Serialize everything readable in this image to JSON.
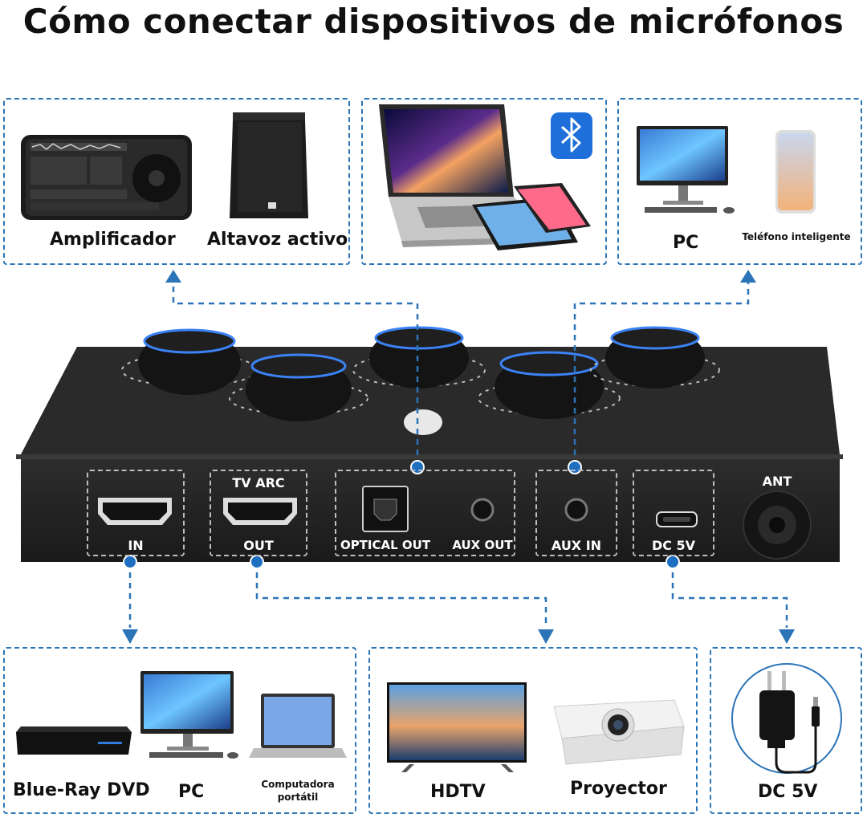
{
  "title": "Cómo conectar dispositivos de micrófonos",
  "top_panels": {
    "left": {
      "labels": [
        "Amplificador",
        "Altavoz activo"
      ]
    },
    "middle": {
      "labels": []
    },
    "right": {
      "labels": [
        "PC",
        "Teléfono inteligente"
      ]
    }
  },
  "bottom_panels": {
    "left": {
      "labels": [
        "Blue-Ray DVD",
        "PC",
        "Computadora",
        "portátil"
      ]
    },
    "middle": {
      "labels": [
        "HDTV",
        "Proyector"
      ]
    },
    "right": {
      "labels": [
        "DC 5V"
      ]
    }
  },
  "device": {
    "ports": {
      "in": "IN",
      "tv_arc": "TV ARC",
      "out": "OUT",
      "optical_out": "OPTICAL OUT",
      "aux_out": "AUX OUT",
      "aux_in": "AUX IN",
      "dc": "DC 5V",
      "ant": "ANT"
    }
  },
  "colors": {
    "accent": "#2b74b8",
    "connector_dot": "#1f6fc0",
    "device_body": "#232323",
    "knob_ring": "#3b82f6"
  },
  "icons": [
    "bluetooth-icon"
  ]
}
